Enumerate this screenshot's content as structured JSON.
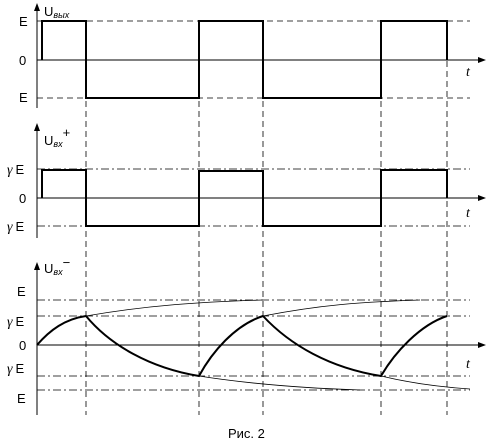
{
  "panels": [
    {
      "signal_main": "U",
      "signal_sub": "вых",
      "signal_sup": "",
      "levels": {
        "top": "E",
        "zero": "0",
        "bottom": "E"
      },
      "gamma": "",
      "time": "t"
    },
    {
      "signal_main": "U",
      "signal_sub": "вх",
      "signal_sup": "+",
      "levels": {
        "top": "E",
        "zero": "0",
        "bottom": "E"
      },
      "gamma": "γ",
      "time": "t"
    },
    {
      "signal_main": "U",
      "signal_sub": "вх",
      "signal_sup": "−",
      "levels": {
        "E_top": "E",
        "gE_top": "E",
        "zero": "0",
        "gE_bottom": "E",
        "E_bottom": "E"
      },
      "gamma": "γ",
      "time": "t"
    }
  ],
  "caption": "Рис. 2"
}
